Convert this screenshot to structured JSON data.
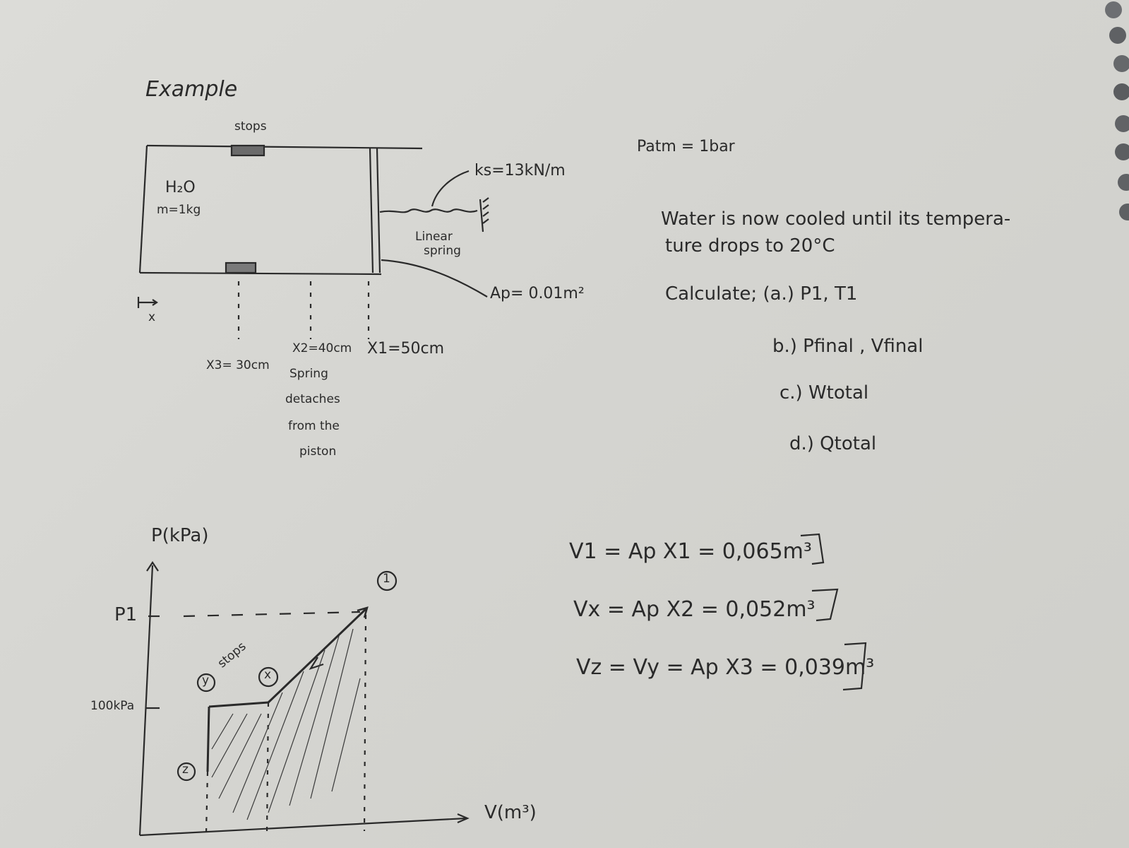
{
  "title": "Example",
  "diagram": {
    "stops_label": "stops",
    "contents_line1": "H₂O",
    "contents_line2": "m=1kg",
    "x_axis": "x",
    "spring_constant": "ks=13kN/m",
    "spring_label_line1": "Linear",
    "spring_label_line2": "spring",
    "piston_area": "Ap= 0.01m²",
    "x3": "X3= 30cm",
    "x2": "X2=40cm",
    "x1": "X1=50cm",
    "note_line1": "Spring",
    "note_line2": "detaches",
    "note_line3": "from the",
    "note_line4": "piston"
  },
  "problem": {
    "patm": "Patm = 1bar",
    "statement_line1": "Water is now  cooled until its tempera-",
    "statement_line2": "ture drops to  20°C",
    "calculate": "Calculate; (a.) P1, T1",
    "b": "b.) Pfinal , Vfinal",
    "c": "c.) Wtotal",
    "d": "d.) Qtotal"
  },
  "graph": {
    "y_axis_label": "P(kPa)",
    "x_axis_label": "V(m³)",
    "p1_label": "P1",
    "p100_label": "100kPa",
    "state1": "1",
    "state_x": "x",
    "state_y": "y",
    "state_z": "z",
    "stops_label": "stops"
  },
  "equations": {
    "v1": "V1 = Ap X1  = 0,065m³",
    "vx": "Vx = Ap X2  =  0,052m³",
    "vz": "Vz = Vy = Ap X3 = 0,039m³"
  }
}
